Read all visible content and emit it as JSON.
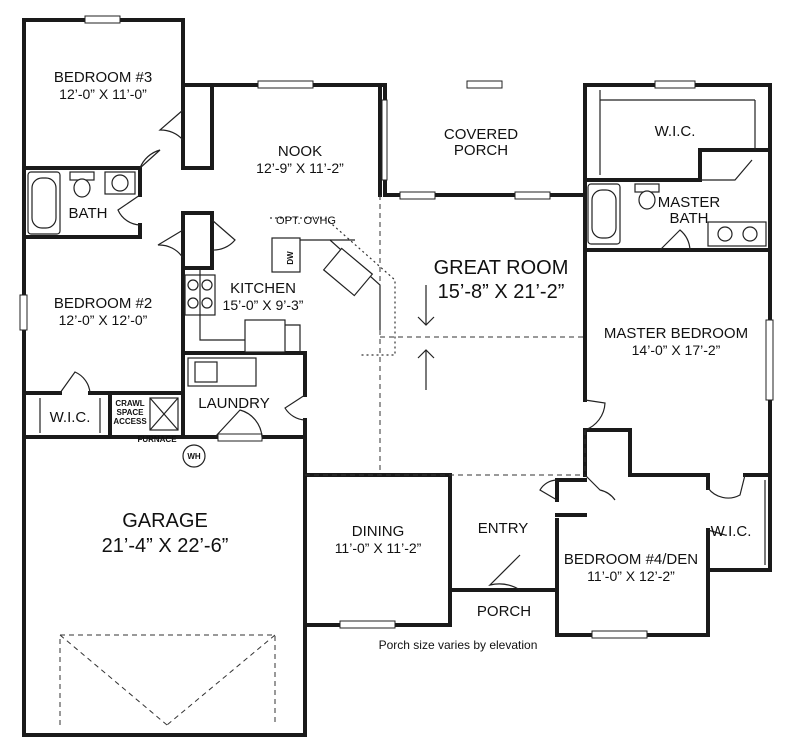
{
  "rooms": {
    "bedroom3": {
      "name": "BEDROOM #3",
      "dims": "12’-0” X 11’-0”"
    },
    "bath": {
      "name": "BATH"
    },
    "bedroom2": {
      "name": "BEDROOM #2",
      "dims": "12’-0” X 12’-0”"
    },
    "wic_left": {
      "name": "W.I.C."
    },
    "crawl": {
      "line1": "CRAWL",
      "line2": "SPACE",
      "line3": "ACCESS"
    },
    "furnace": {
      "name": "FURNACE"
    },
    "wh": {
      "name": "WH"
    },
    "nook": {
      "name": "NOOK",
      "dims": "12’-9” X 11’-2”"
    },
    "opt_ovhg": {
      "name": "OPT. OVHG"
    },
    "kitchen": {
      "name": "KITCHEN",
      "dims": "15’-0” X 9’-3”"
    },
    "dw": {
      "name": "DW"
    },
    "laundry": {
      "name": "LAUNDRY"
    },
    "covered_porch": {
      "line1": "COVERED",
      "line2": "PORCH"
    },
    "great_room": {
      "name": "GREAT ROOM",
      "dims": "15’-8” X 21’-2”"
    },
    "wic_master": {
      "name": "W.I.C."
    },
    "master_bath": {
      "line1": "MASTER",
      "line2": "BATH"
    },
    "master_bedroom": {
      "name": "MASTER BEDROOM",
      "dims": "14’-0” X 17’-2”"
    },
    "garage": {
      "name": "GARAGE",
      "dims": "21’-4” X 22’-6”"
    },
    "dining": {
      "name": "DINING",
      "dims": "11’-0” X 11’-2”"
    },
    "entry": {
      "name": "ENTRY"
    },
    "porch": {
      "name": "PORCH"
    },
    "bedroom4": {
      "name": "BEDROOM #4/DEN",
      "dims": "11’-0” X 12’-2”"
    },
    "wic_right": {
      "name": "W.I.C."
    }
  },
  "note": "Porch size varies by elevation"
}
